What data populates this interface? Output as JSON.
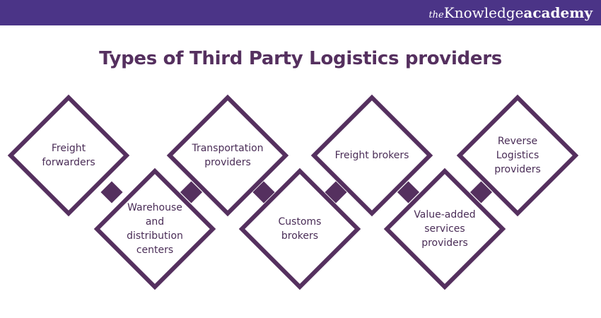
{
  "header": {
    "brand_prefix": "the",
    "brand_knowledge": "Knowledge",
    "brand_academy": "academy"
  },
  "title": "Types of Third Party Logistics providers",
  "colors": {
    "header_bg": "#4b3487",
    "diamond_stroke": "#55305f",
    "title_text": "#55305f"
  },
  "nodes": [
    {
      "label": "Freight\nforwarders"
    },
    {
      "label": "Warehouse\nand\ndistribution\ncenters"
    },
    {
      "label": "Transportation\nproviders"
    },
    {
      "label": "Customs\nbrokers"
    },
    {
      "label": "Freight brokers"
    },
    {
      "label": "Value-added\nservices\nproviders"
    },
    {
      "label": "Reverse\nLogistics\nproviders"
    }
  ]
}
